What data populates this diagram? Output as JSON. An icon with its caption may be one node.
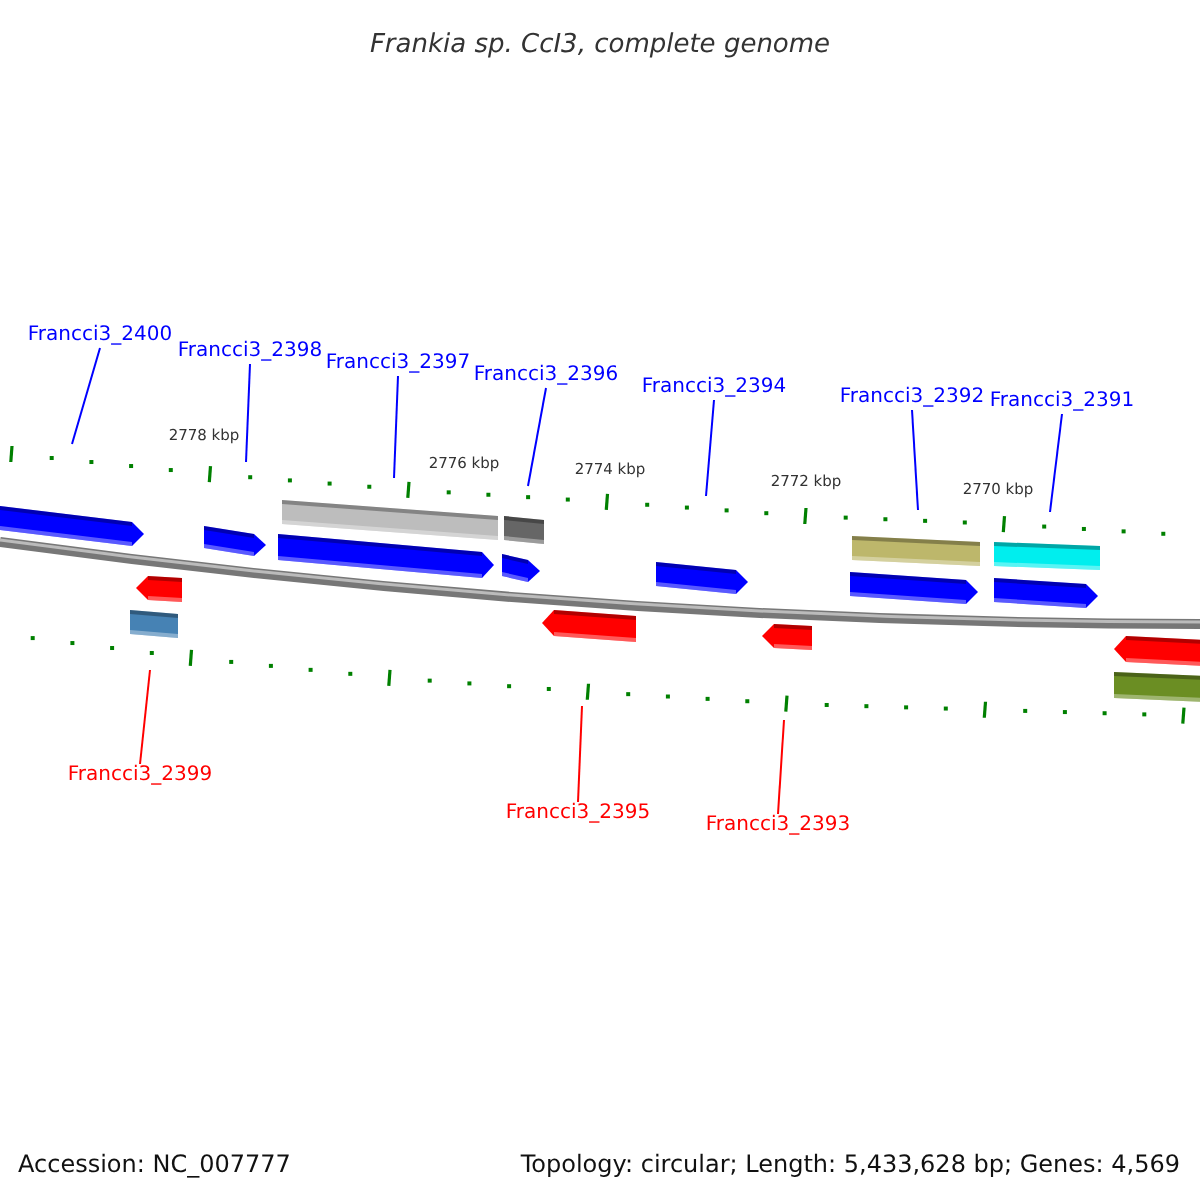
{
  "diagram": {
    "title": "Frankia sp. CcI3, complete genome",
    "nodes": [
      {
        "text": [
          "Francci3_2400"
        ]
      },
      {
        "text": [
          "Francci3_2398"
        ]
      },
      {
        "text": [
          "Francci3_2397"
        ]
      },
      {
        "text": [
          "Francci3_2396"
        ]
      },
      {
        "text": [
          "Francci3_2394"
        ]
      },
      {
        "text": [
          "Francci3_2392"
        ]
      },
      {
        "text": [
          "Francci3_2391"
        ]
      },
      {
        "text": [
          "Francci3_2399"
        ]
      },
      {
        "text": [
          "Francci3_2395"
        ]
      },
      {
        "text": [
          "Francci3_2393"
        ]
      }
    ],
    "edges": [
      {
        "from": 0,
        "to": null,
        "arrow": "none"
      },
      {
        "from": 1,
        "to": null,
        "arrow": "none"
      },
      {
        "from": 2,
        "to": null,
        "arrow": "none"
      },
      {
        "from": 3,
        "to": null,
        "arrow": "none"
      },
      {
        "from": 4,
        "to": null,
        "arrow": "none"
      },
      {
        "from": 5,
        "to": null,
        "arrow": "none"
      },
      {
        "from": 6,
        "to": null,
        "arrow": "none"
      },
      {
        "from": 7,
        "to": null,
        "arrow": "none",
        "color": "#ff0000"
      },
      {
        "from": 8,
        "to": null,
        "arrow": "none",
        "color": "#ff0000"
      },
      {
        "from": 9,
        "to": null,
        "arrow": "none",
        "color": "#ff0000"
      }
    ],
    "labels": [
      "2778 kbp",
      "2776 kbp",
      "2774 kbp",
      "2772 kbp",
      "2770 kbp",
      "Accession: NC_007777",
      "Topology: circular; Length: 5,433,628 bp; Genes: 4,569"
    ]
  }
}
